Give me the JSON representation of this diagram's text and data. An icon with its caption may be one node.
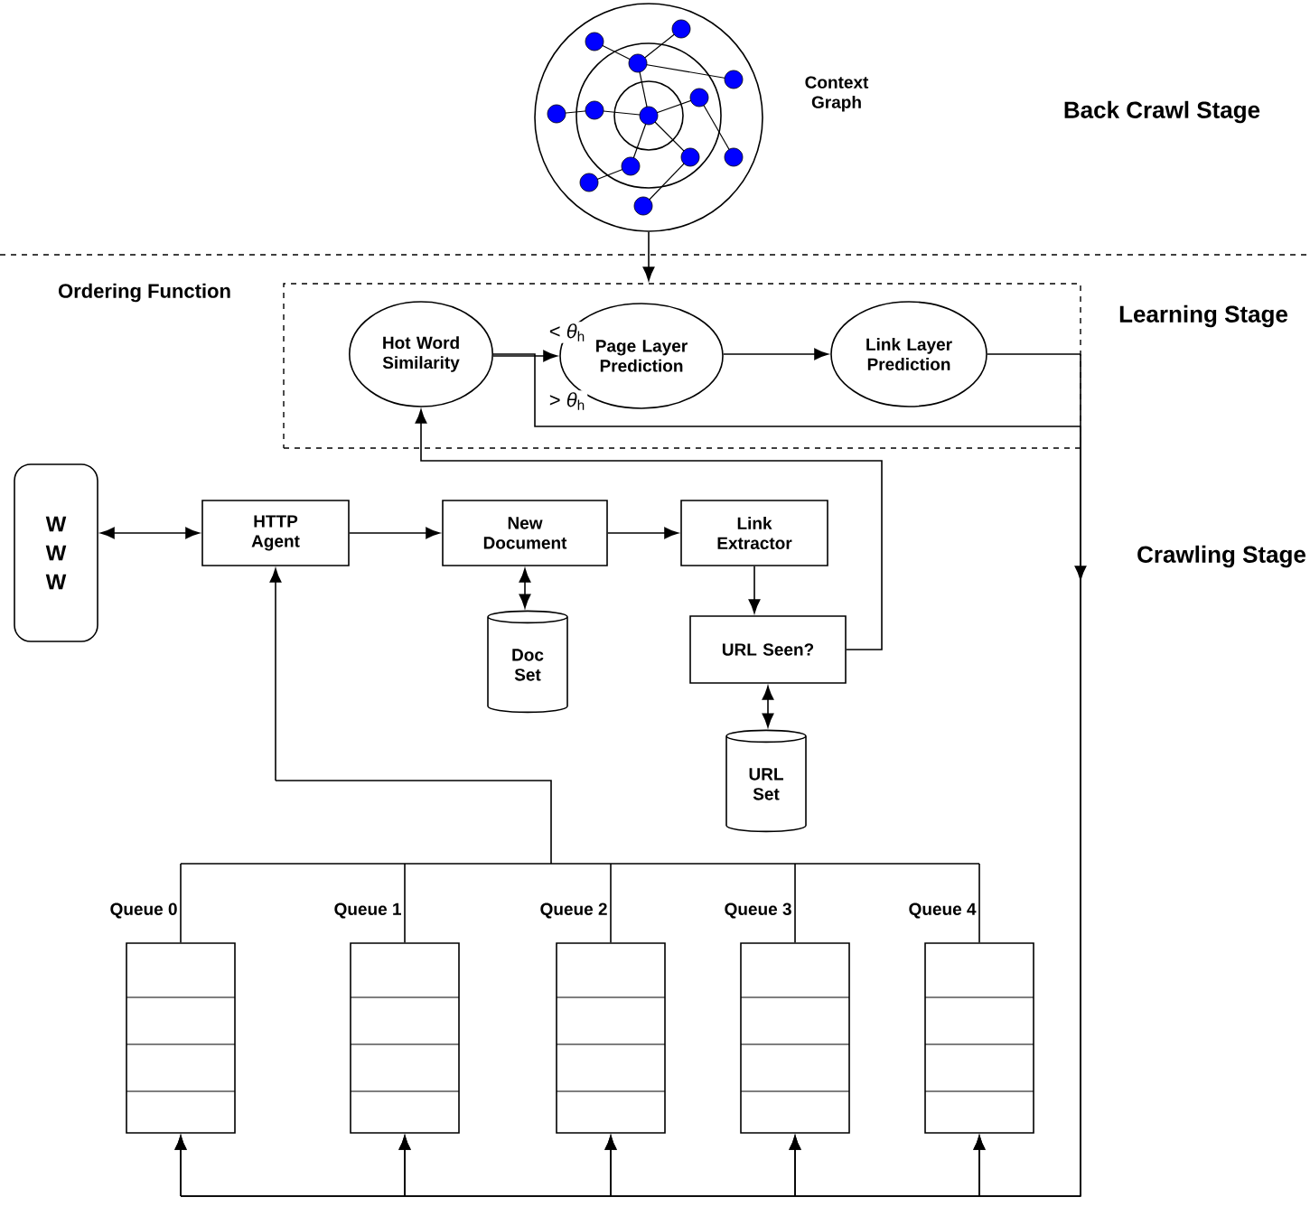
{
  "diagram": {
    "nodes": [
      {
        "text": [],
        "shape": "picture",
        "beside": [
          "Context Graph"
        ]
      },
      {
        "text": [
          "Ordering Function"
        ]
      },
      {
        "text": [
          "Hot Word Similarity"
        ],
        "in": 1
      },
      {
        "text": [
          "Page Layer Prediction"
        ],
        "in": 1
      },
      {
        "text": [
          "Link Layer Prediction"
        ],
        "in": 1
      },
      {
        "text": [
          "W W W"
        ]
      },
      {
        "text": [
          "HTTP Agent"
        ]
      },
      {
        "text": [
          "New Document"
        ]
      },
      {
        "text": [
          "Link Extractor"
        ]
      },
      {
        "text": [
          "Doc Set"
        ]
      },
      {
        "text": [
          "URL Seen?"
        ]
      },
      {
        "text": [
          "URL Set"
        ]
      },
      {
        "text": [
          "Queue 0"
        ]
      },
      {
        "text": [
          "Queue 1"
        ]
      },
      {
        "text": [
          "Queue 2"
        ]
      },
      {
        "text": [
          "Queue 3"
        ]
      },
      {
        "text": [
          "Queue 4"
        ]
      }
    ],
    "edges": [
      {
        "from": 0,
        "to": 1,
        "arrow": "to"
      },
      {
        "from": 2,
        "to": 3,
        "arrow": "to",
        "label": "< *θ*$_{h}$"
      },
      {
        "from": 3,
        "to": 4,
        "arrow": "to"
      },
      {
        "from": 4,
        "to": 12,
        "arrow": "to"
      },
      {
        "from": 4,
        "to": 13,
        "arrow": "to"
      },
      {
        "from": 4,
        "to": 14,
        "arrow": "to"
      },
      {
        "from": 4,
        "to": 15,
        "arrow": "to"
      },
      {
        "from": 4,
        "to": 16,
        "arrow": "to"
      },
      {
        "from": 2,
        "to": 12,
        "arrow": "to",
        "label": "> *θ*$_{h}$"
      },
      {
        "from": 2,
        "to": 13,
        "arrow": "to"
      },
      {
        "from": 2,
        "to": 14,
        "arrow": "to"
      },
      {
        "from": 2,
        "to": 15,
        "arrow": "to"
      },
      {
        "from": 2,
        "to": 16,
        "arrow": "to"
      },
      {
        "from": 10,
        "to": 2,
        "arrow": "to"
      },
      {
        "from": 5,
        "to": 6,
        "arrow": "both"
      },
      {
        "from": 6,
        "to": 7,
        "arrow": "to"
      },
      {
        "from": 7,
        "to": 8,
        "arrow": "to"
      },
      {
        "from": 7,
        "to": 9,
        "arrow": "both"
      },
      {
        "from": 8,
        "to": 10,
        "arrow": "to"
      },
      {
        "from": 10,
        "to": 11,
        "arrow": "both"
      },
      {
        "from": 12,
        "to": 6,
        "arrow": "to"
      },
      {
        "from": 13,
        "to": 6,
        "arrow": "to"
      },
      {
        "from": 14,
        "to": 6,
        "arrow": "to"
      },
      {
        "from": 15,
        "to": 6,
        "arrow": "to"
      },
      {
        "from": 16,
        "to": 6,
        "arrow": "to"
      }
    ],
    "labels": [
      "Back Crawl Stage",
      "Learning Stage",
      "Crawling Stage"
    ]
  }
}
